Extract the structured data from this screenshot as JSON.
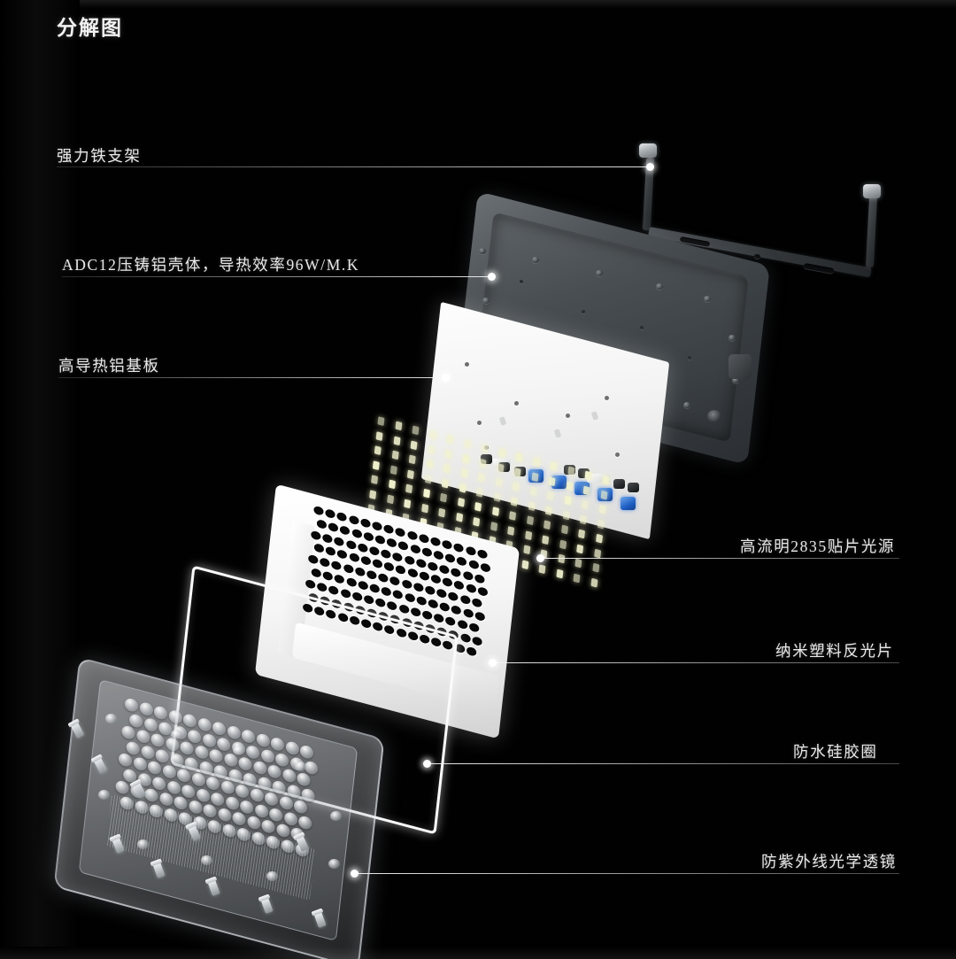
{
  "page": {
    "title": "分解图",
    "background_color": "#000000",
    "text_color": "#e9e9e9",
    "accent_dot_color": "#ffffff"
  },
  "callouts": [
    {
      "id": "bracket",
      "label": "强力铁支架",
      "side": "left"
    },
    {
      "id": "housing",
      "label": "ADC12压铸铝壳体，导热效率96W/M.K",
      "side": "left"
    },
    {
      "id": "pcb",
      "label": "高导热铝基板",
      "side": "left"
    },
    {
      "id": "leds",
      "label": "高流明2835贴片光源",
      "side": "right"
    },
    {
      "id": "reflector",
      "label": "纳米塑料反光片",
      "side": "right"
    },
    {
      "id": "gasket",
      "label": "防水硅胶圈",
      "side": "right"
    },
    {
      "id": "lens",
      "label": "防紫外线光学透镜",
      "side": "right"
    }
  ],
  "components": {
    "bracket": {
      "name": "强力铁支架",
      "color": "#3a3f43"
    },
    "housing": {
      "name": "ADC12压铸铝壳体",
      "color": "#4c5155"
    },
    "pcb": {
      "name": "高导热铝基板",
      "color": "#f4f4f4"
    },
    "leds": {
      "name": "高流明2835贴片光源",
      "color": "#f2f3cf",
      "count": 112
    },
    "reflector": {
      "name": "纳米塑料反光片",
      "color": "#f6f6f6"
    },
    "gasket": {
      "name": "防水硅胶圈",
      "color": "#fafafa"
    },
    "lens": {
      "name": "防紫外线光学透镜",
      "color": "#cdd2d7"
    }
  }
}
